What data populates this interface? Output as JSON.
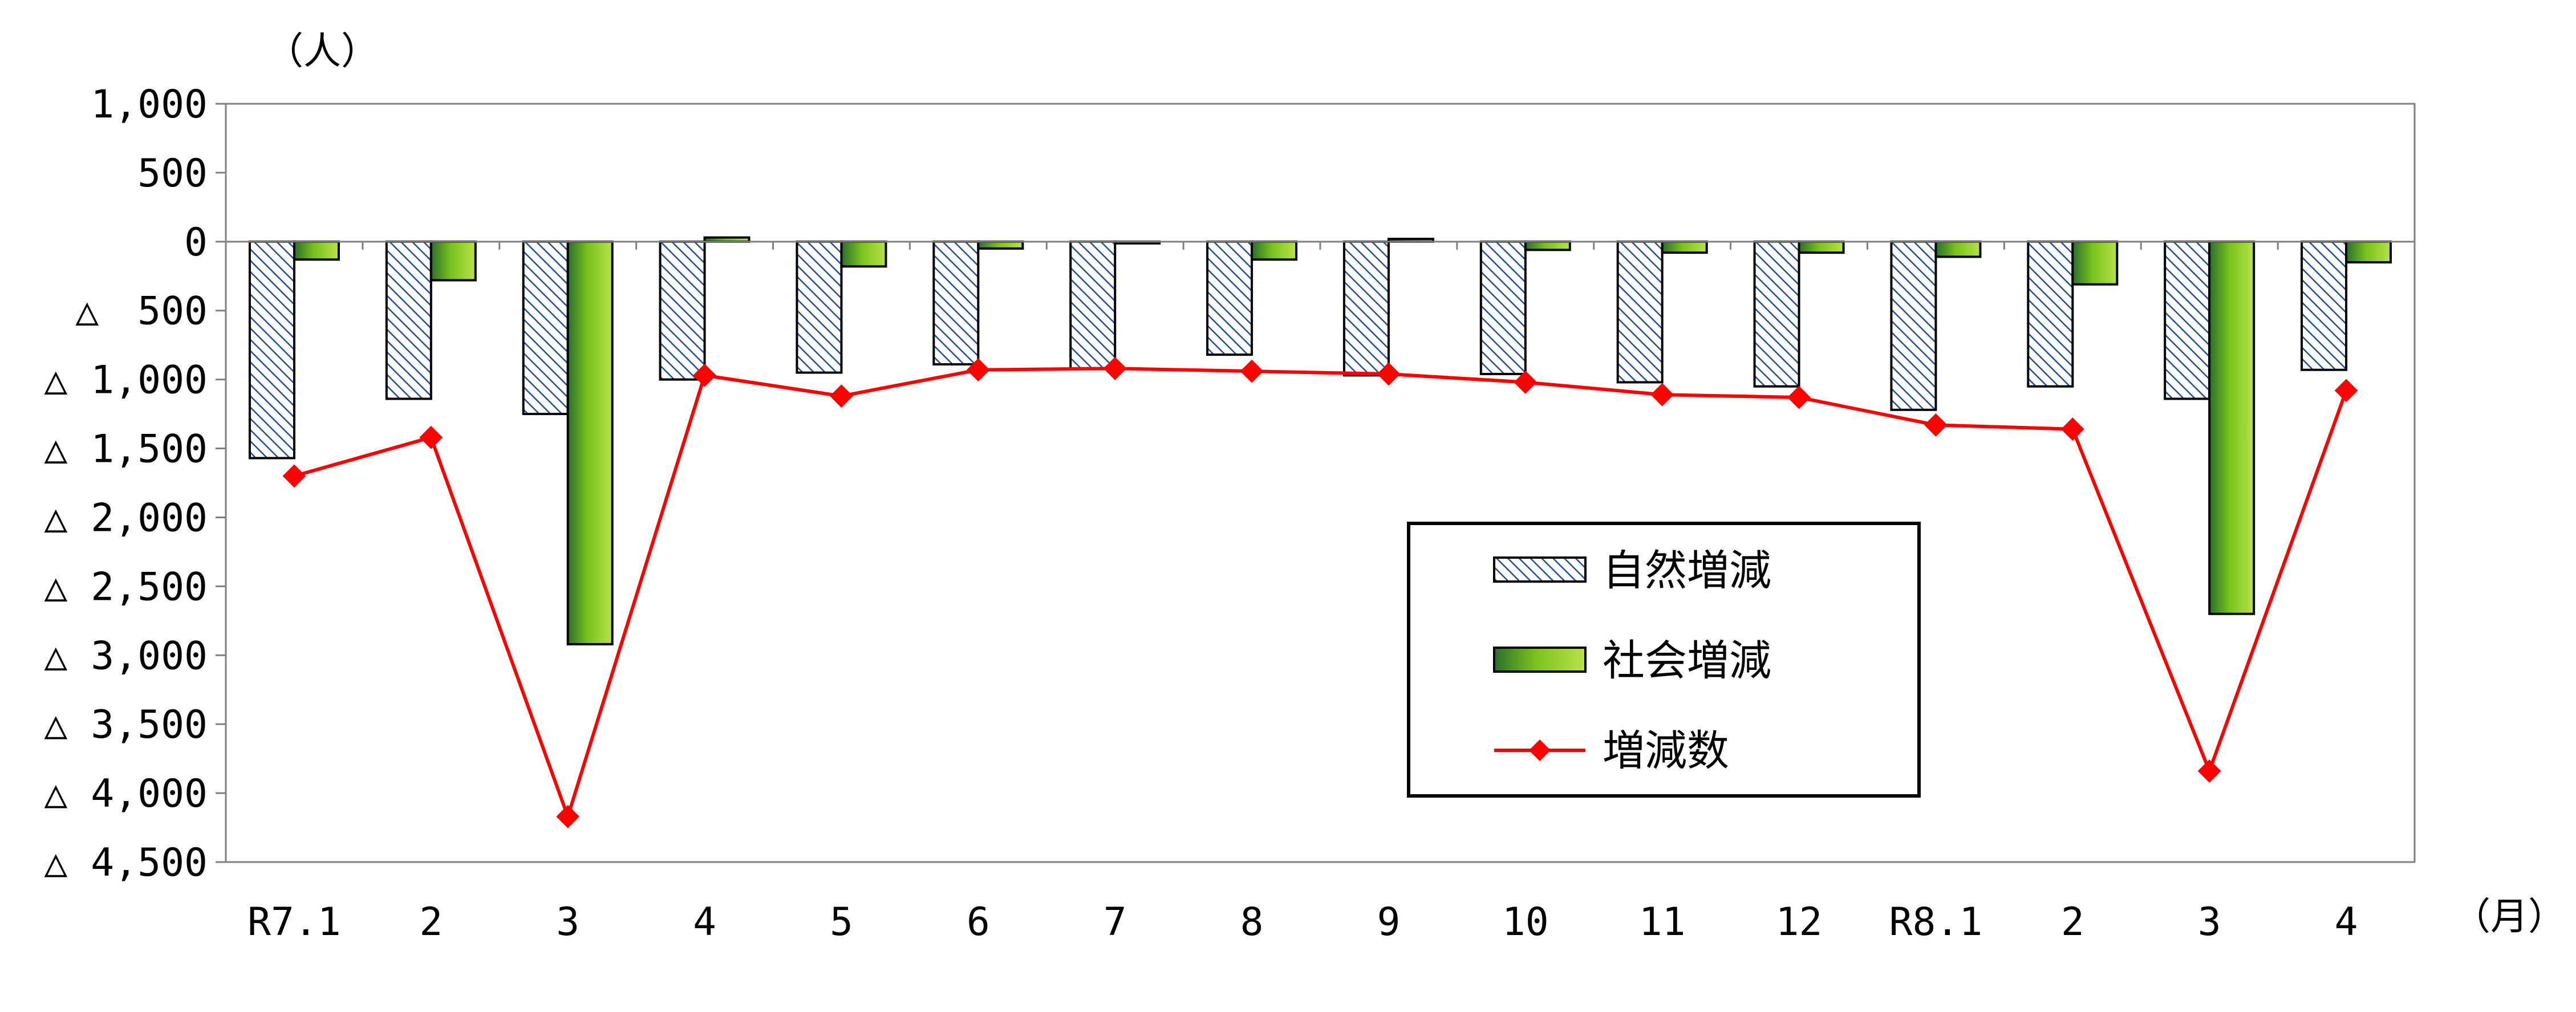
{
  "chart_data": {
    "type": "bar",
    "y_unit": "（人）",
    "x_unit": "（月）",
    "categories": [
      "R7.1",
      "2",
      "3",
      "4",
      "5",
      "6",
      "7",
      "8",
      "9",
      "10",
      "11",
      "12",
      "R8.1",
      "2",
      "3",
      "4"
    ],
    "ylim": [
      -4500,
      1000
    ],
    "y_ticks": [
      {
        "value": 1000,
        "label": "1,000"
      },
      {
        "value": 500,
        "label": "500"
      },
      {
        "value": 0,
        "label": "0"
      },
      {
        "value": -500,
        "label": "△　500"
      },
      {
        "value": -1000,
        "label": "△ 1,000"
      },
      {
        "value": -1500,
        "label": "△ 1,500"
      },
      {
        "value": -2000,
        "label": "△ 2,000"
      },
      {
        "value": -2500,
        "label": "△ 2,500"
      },
      {
        "value": -3000,
        "label": "△ 3,000"
      },
      {
        "value": -3500,
        "label": "△ 3,500"
      },
      {
        "value": -4000,
        "label": "△ 4,000"
      },
      {
        "value": -4500,
        "label": "△ 4,500"
      }
    ],
    "grid": false,
    "legend_position": "bottom-right",
    "series": [
      {
        "name": "自然増減",
        "kind": "bar",
        "pattern": "diagonal-hatch",
        "color": "#1f4e9c",
        "values": [
          -1570,
          -1140,
          -1250,
          -1000,
          -950,
          -890,
          -920,
          -820,
          -970,
          -960,
          -1020,
          -1050,
          -1220,
          -1050,
          -1140,
          -930
        ]
      },
      {
        "name": "社会増減",
        "kind": "bar",
        "pattern": "green-gradient",
        "color": "#7ac21e",
        "values": [
          -130,
          -280,
          -2920,
          30,
          -180,
          -50,
          -10,
          -130,
          20,
          -60,
          -80,
          -80,
          -110,
          -310,
          -2700,
          -150
        ]
      },
      {
        "name": "増減数",
        "kind": "line",
        "marker": "diamond",
        "color": "#ff0000",
        "values": [
          -1700,
          -1420,
          -4170,
          -970,
          -1120,
          -930,
          -920,
          -940,
          -960,
          -1020,
          -1110,
          -1130,
          -1330,
          -1360,
          -3840,
          -1080
        ]
      }
    ]
  }
}
